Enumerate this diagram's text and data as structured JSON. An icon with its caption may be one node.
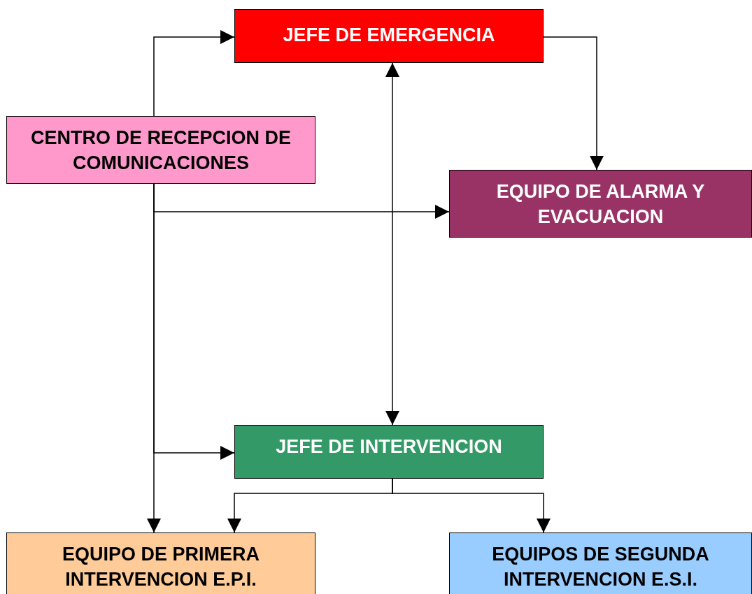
{
  "diagram": {
    "nodes": [
      {
        "text": [
          "JEFE DE EMERGENCIA"
        ]
      },
      {
        "text": [
          "CENTRO DE RECEPCION DE COMUNICACIONES"
        ]
      },
      {
        "text": [
          "EQUIPO DE ALARMA Y EVACUACION"
        ]
      },
      {
        "text": [
          "JEFE DE INTERVENCION"
        ]
      },
      {
        "text": [
          "EQUIPO DE PRIMERA INTERVENCION E.P.I."
        ]
      },
      {
        "text": [
          "EQUIPOS DE SEGUNDA INTERVENCION E.S.I."
        ]
      }
    ],
    "edges": [
      {
        "from": 1,
        "to": 0,
        "arrow": "to"
      },
      {
        "from": 0,
        "to": 2,
        "arrow": "to"
      },
      {
        "from": 0,
        "to": 3,
        "arrow": "both"
      },
      {
        "from": 1,
        "to": 2,
        "arrow": "to"
      },
      {
        "from": 1,
        "to": 3,
        "arrow": "to"
      },
      {
        "from": 1,
        "to": 4,
        "arrow": "to"
      },
      {
        "from": 3,
        "to": 4,
        "arrow": "to"
      },
      {
        "from": 3,
        "to": 5,
        "arrow": "to"
      }
    ]
  }
}
